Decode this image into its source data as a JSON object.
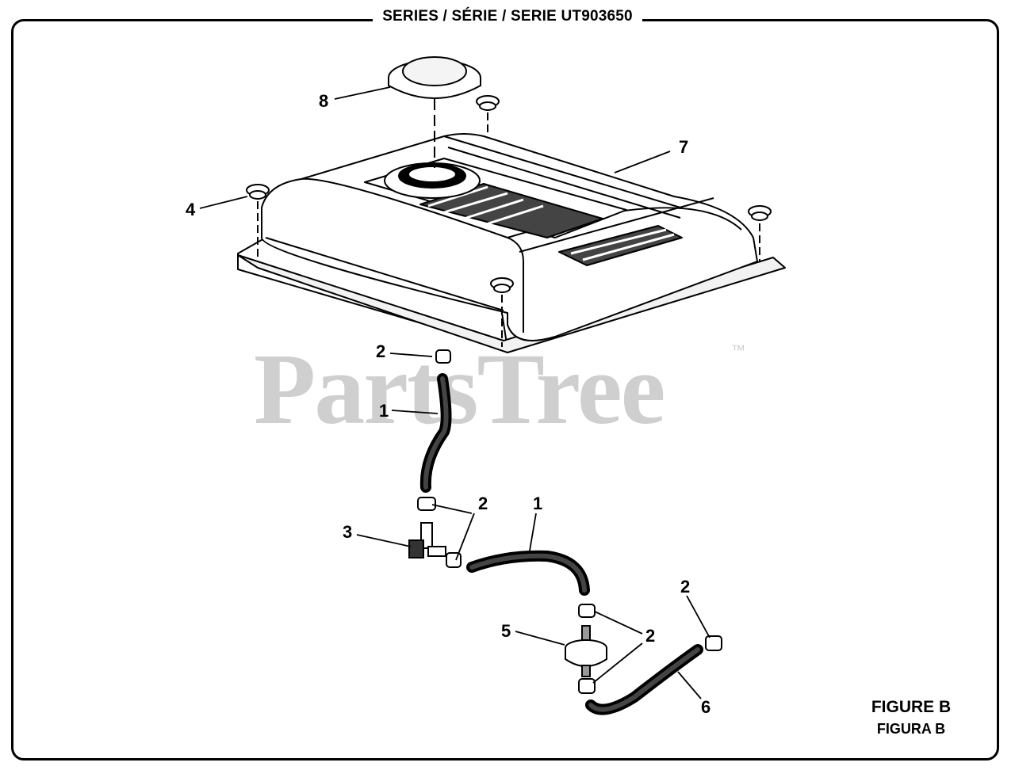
{
  "header": {
    "series_title": "SERIES / SÉRIE / SERIE UT903650"
  },
  "figure": {
    "label_en": "FIGURE B",
    "label_es": "FIGURA B"
  },
  "watermark": {
    "text": "PartsTree",
    "tm": "™"
  },
  "callouts": [
    {
      "id": "c8",
      "text": "8"
    },
    {
      "id": "c7",
      "text": "7"
    },
    {
      "id": "c4",
      "text": "4"
    },
    {
      "id": "c2a",
      "text": "2"
    },
    {
      "id": "c1a",
      "text": "1"
    },
    {
      "id": "c2b",
      "text": "2"
    },
    {
      "id": "c1b",
      "text": "1"
    },
    {
      "id": "c3",
      "text": "3"
    },
    {
      "id": "c2c",
      "text": "2"
    },
    {
      "id": "c5",
      "text": "5"
    },
    {
      "id": "c2d",
      "text": "2"
    },
    {
      "id": "c6",
      "text": "6"
    }
  ]
}
